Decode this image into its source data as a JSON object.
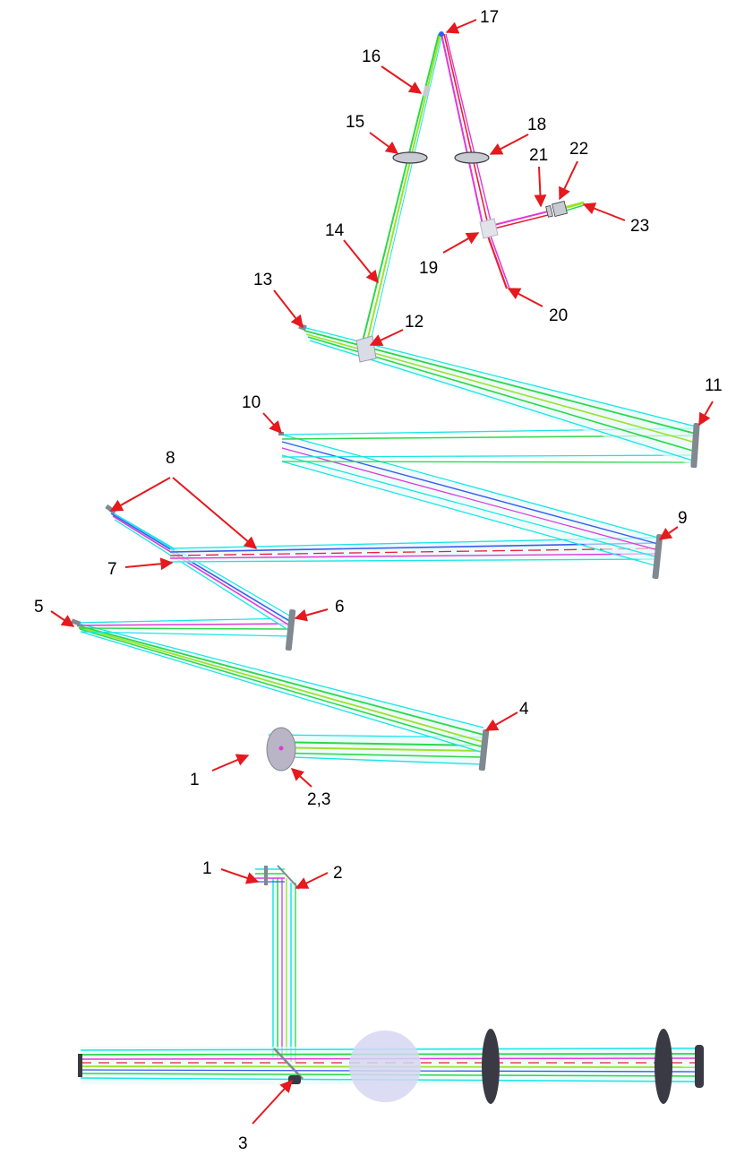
{
  "colors": {
    "cyan": "#19e6e6",
    "green": "#2bd84a",
    "lime": "#9ee22a",
    "magenta": "#e03ad8",
    "red": "#e8203c",
    "blue": "#3a5cf0",
    "arrow": "#e5191e",
    "optic": "#808890",
    "optic_dark": "#3a3a44",
    "lens": "#c9cbd3",
    "disc": "#b9b4c6",
    "sphere": "#d6d6f2"
  },
  "top_panel": {
    "labels": [
      "1",
      "2,3",
      "4",
      "5",
      "6",
      "7",
      "8",
      "9",
      "10",
      "11",
      "12",
      "13",
      "14",
      "15",
      "16",
      "17",
      "18",
      "19",
      "20",
      "21",
      "22",
      "23"
    ]
  },
  "bottom_panel": {
    "labels": [
      "1",
      "2",
      "3"
    ]
  }
}
